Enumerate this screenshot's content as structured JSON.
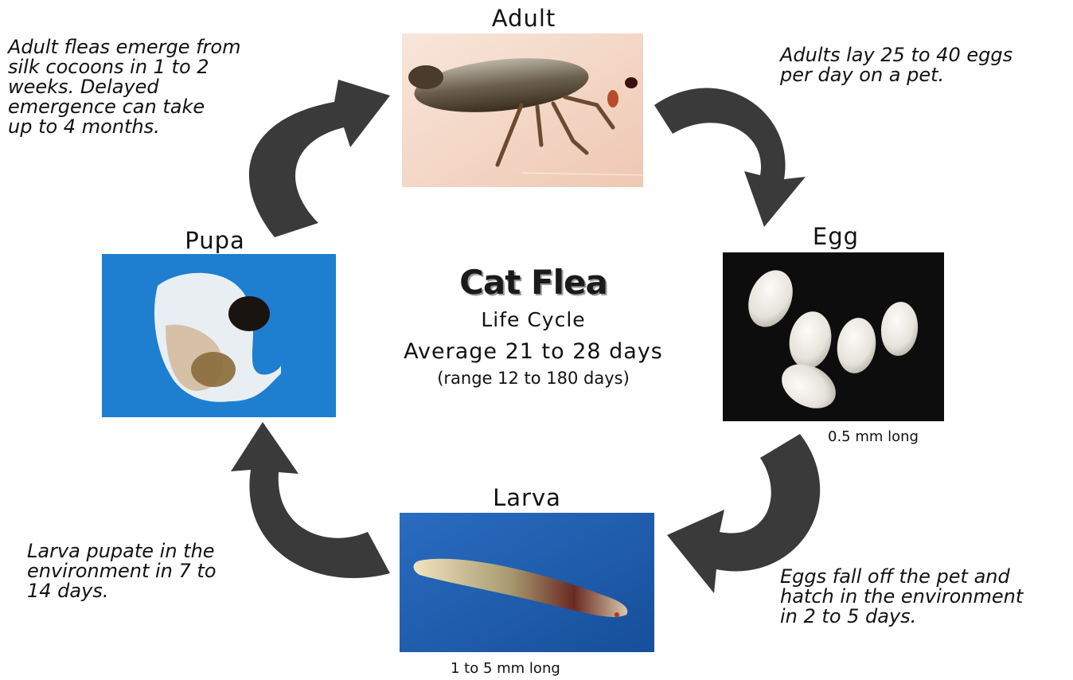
{
  "title": "Cat Flea",
  "subtitle": "Life Cycle",
  "average": "Average 21 to 28 days",
  "range": "(range 12 to 180 days)",
  "stages": {
    "adult": {
      "label": "Adult"
    },
    "egg": {
      "label": "Egg",
      "size": "0.5 mm long"
    },
    "larva": {
      "label": "Larva",
      "size": "1 to 5 mm long"
    },
    "pupa": {
      "label": "Pupa"
    }
  },
  "notes": {
    "pupa_to_adult": [
      "Adult fleas emerge from",
      "silk cocoons in 1 to 2",
      "weeks.  Delayed",
      "emergence can take",
      "up to 4 months."
    ],
    "adult_to_egg": [
      "Adults lay 25 to 40 eggs",
      "per day on a pet."
    ],
    "egg_to_larva": [
      "Eggs fall off the pet and",
      "hatch in the environment",
      "in 2 to 5 days."
    ],
    "larva_to_pupa": [
      "Larva pupate in the",
      "environment in 7 to",
      "14 days."
    ]
  },
  "colors": {
    "arrow": "#3a3a3a",
    "pupa_bg": "#1e7fd0",
    "egg_bg": "#0d0d0d",
    "larva_bg": "#1d5fb8",
    "adult_bg": "#f4d9c8"
  },
  "icons": [
    "curved-arrow-icon"
  ]
}
